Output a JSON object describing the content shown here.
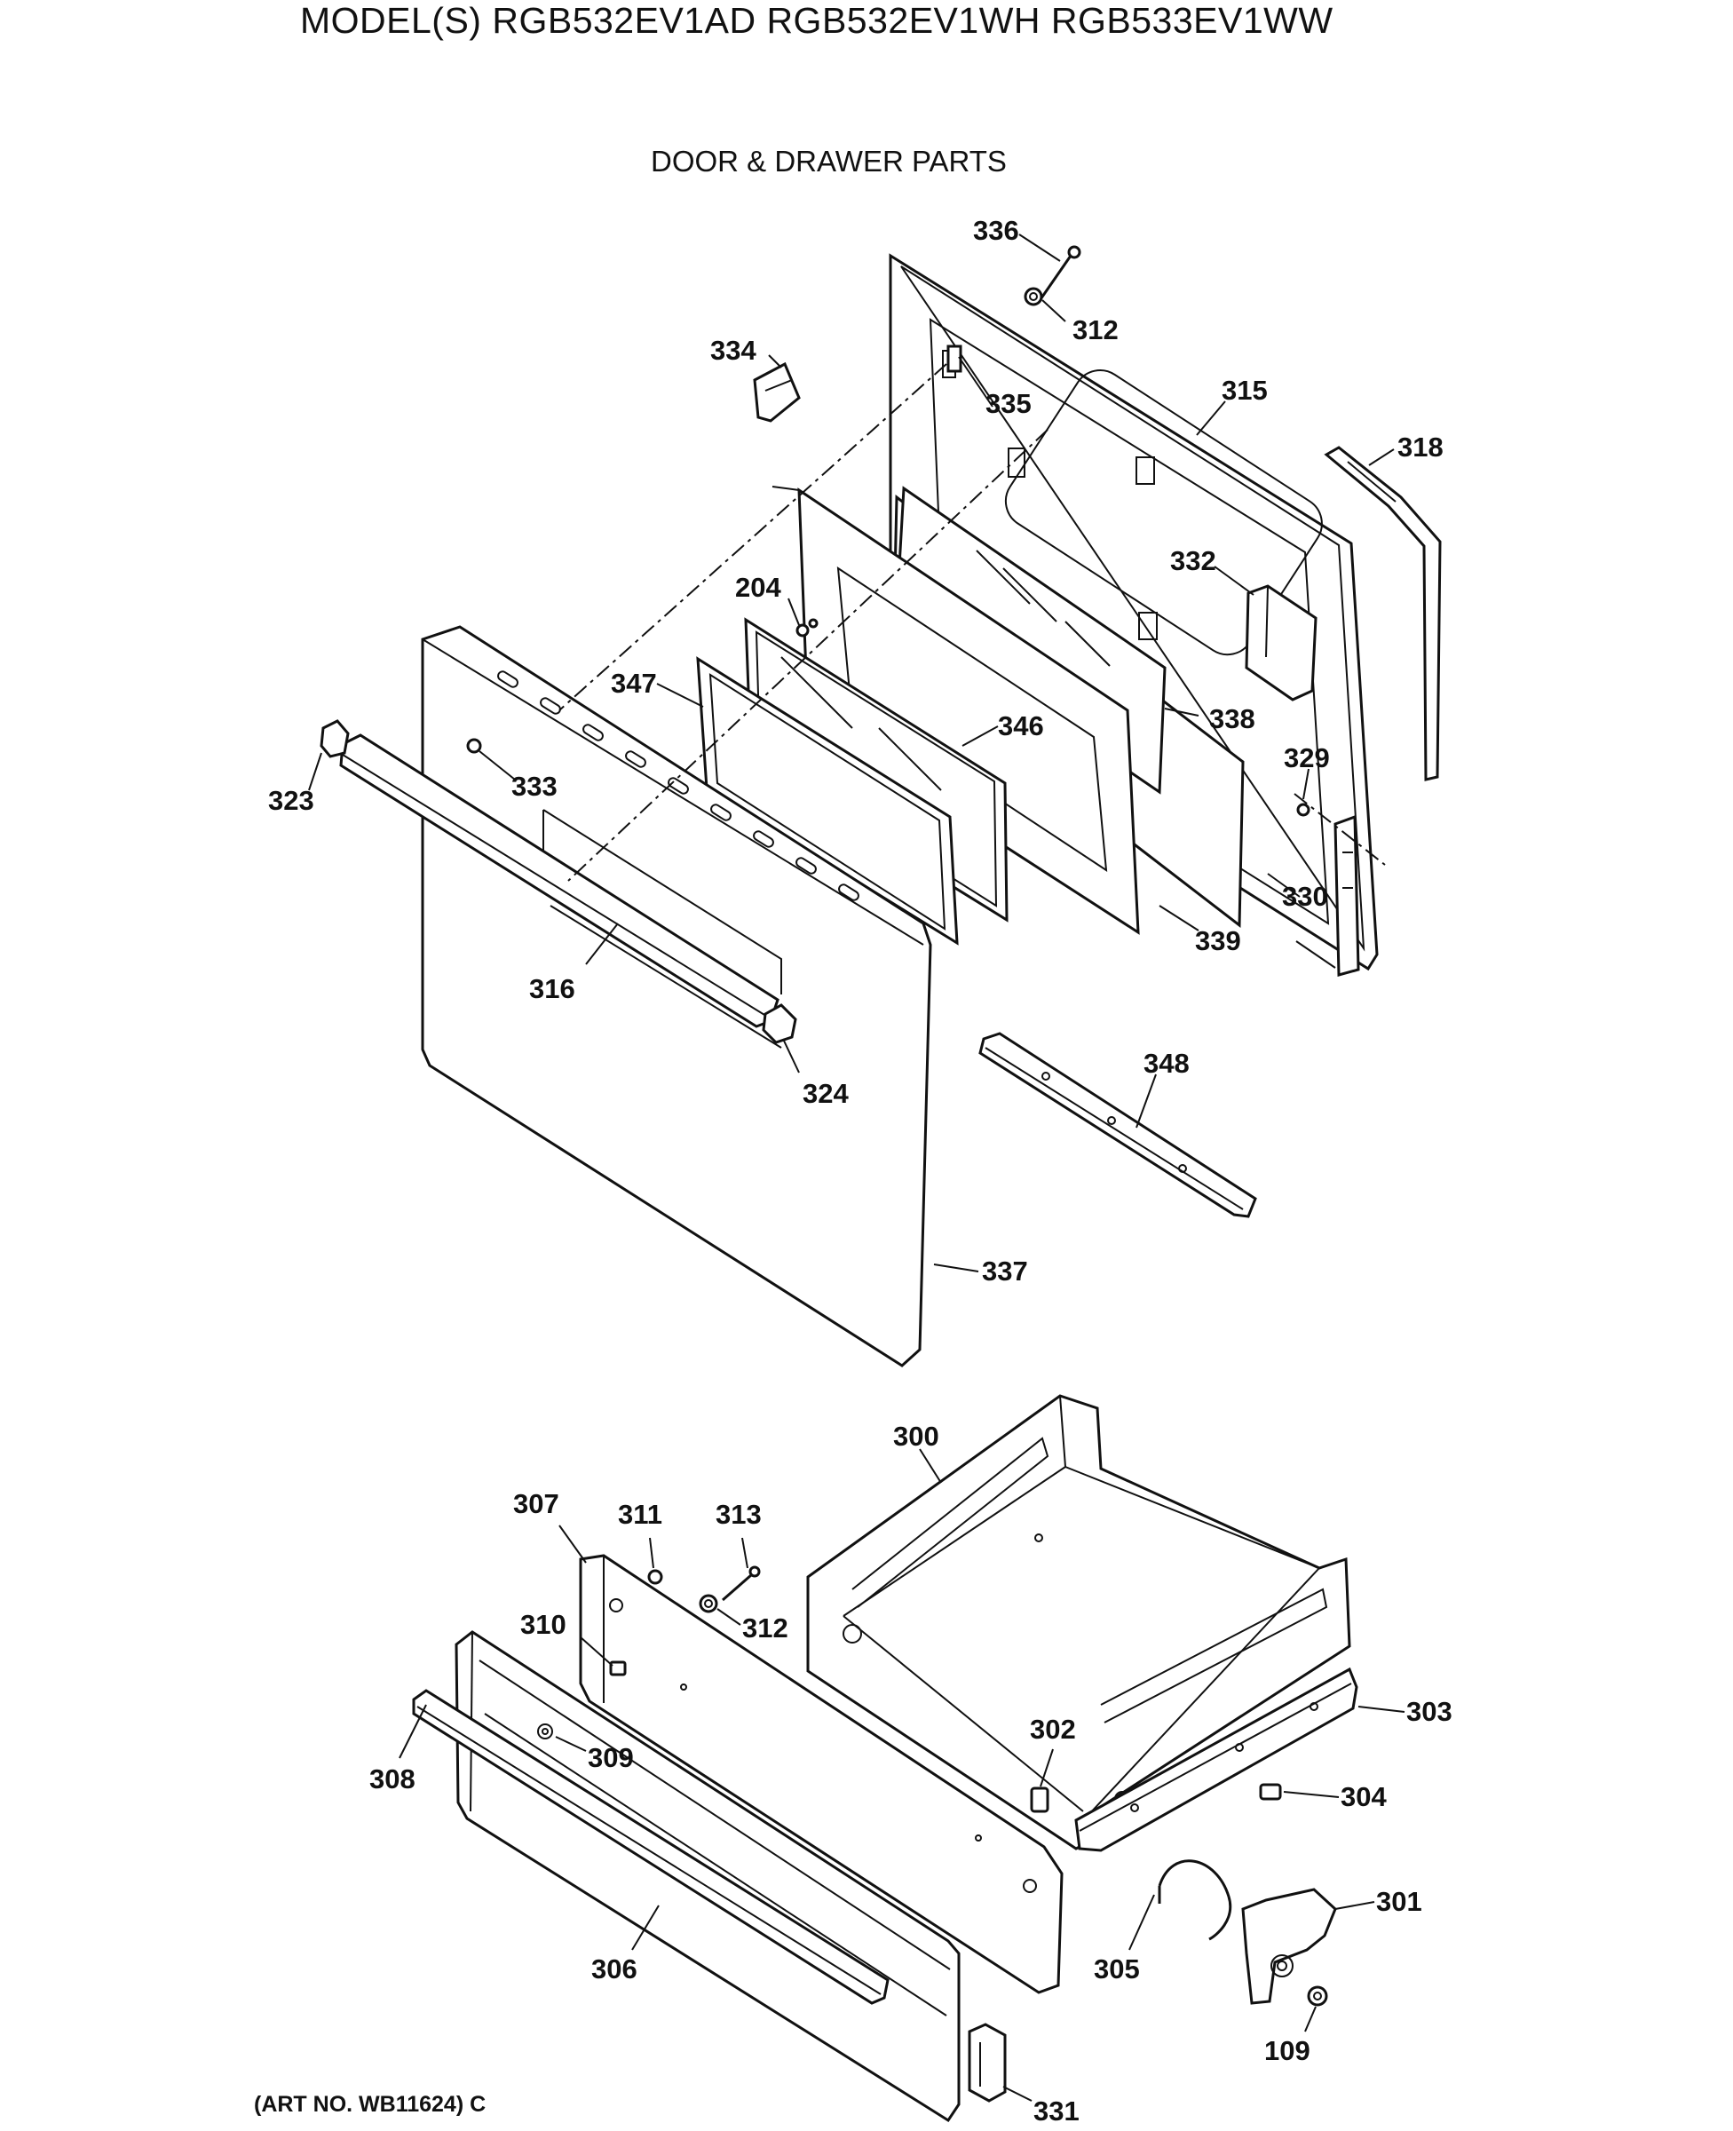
{
  "header": {
    "title": "MODEL(S) RGB532EV1AD  RGB532EV1WH  RGB533EV1WW",
    "subtitle": "DOOR & DRAWER PARTS"
  },
  "footer": {
    "art_no": "(ART NO. WB11624) C"
  },
  "callouts": [
    {
      "id": "336",
      "label": "336"
    },
    {
      "id": "312a",
      "label": "312"
    },
    {
      "id": "334",
      "label": "334"
    },
    {
      "id": "335",
      "label": "335"
    },
    {
      "id": "315",
      "label": "315"
    },
    {
      "id": "318",
      "label": "318"
    },
    {
      "id": "332",
      "label": "332"
    },
    {
      "id": "204",
      "label": "204"
    },
    {
      "id": "347",
      "label": "347"
    },
    {
      "id": "346",
      "label": "346"
    },
    {
      "id": "338",
      "label": "338"
    },
    {
      "id": "329",
      "label": "329"
    },
    {
      "id": "323",
      "label": "323"
    },
    {
      "id": "333",
      "label": "333"
    },
    {
      "id": "330",
      "label": "330"
    },
    {
      "id": "339",
      "label": "339"
    },
    {
      "id": "316",
      "label": "316"
    },
    {
      "id": "324",
      "label": "324"
    },
    {
      "id": "348",
      "label": "348"
    },
    {
      "id": "337",
      "label": "337"
    },
    {
      "id": "300",
      "label": "300"
    },
    {
      "id": "307",
      "label": "307"
    },
    {
      "id": "311",
      "label": "311"
    },
    {
      "id": "313",
      "label": "313"
    },
    {
      "id": "310",
      "label": "310"
    },
    {
      "id": "312b",
      "label": "312"
    },
    {
      "id": "303",
      "label": "303"
    },
    {
      "id": "302",
      "label": "302"
    },
    {
      "id": "309",
      "label": "309"
    },
    {
      "id": "308",
      "label": "308"
    },
    {
      "id": "304",
      "label": "304"
    },
    {
      "id": "301",
      "label": "301"
    },
    {
      "id": "305",
      "label": "305"
    },
    {
      "id": "306",
      "label": "306"
    },
    {
      "id": "109",
      "label": "109"
    },
    {
      "id": "331",
      "label": "331"
    }
  ]
}
